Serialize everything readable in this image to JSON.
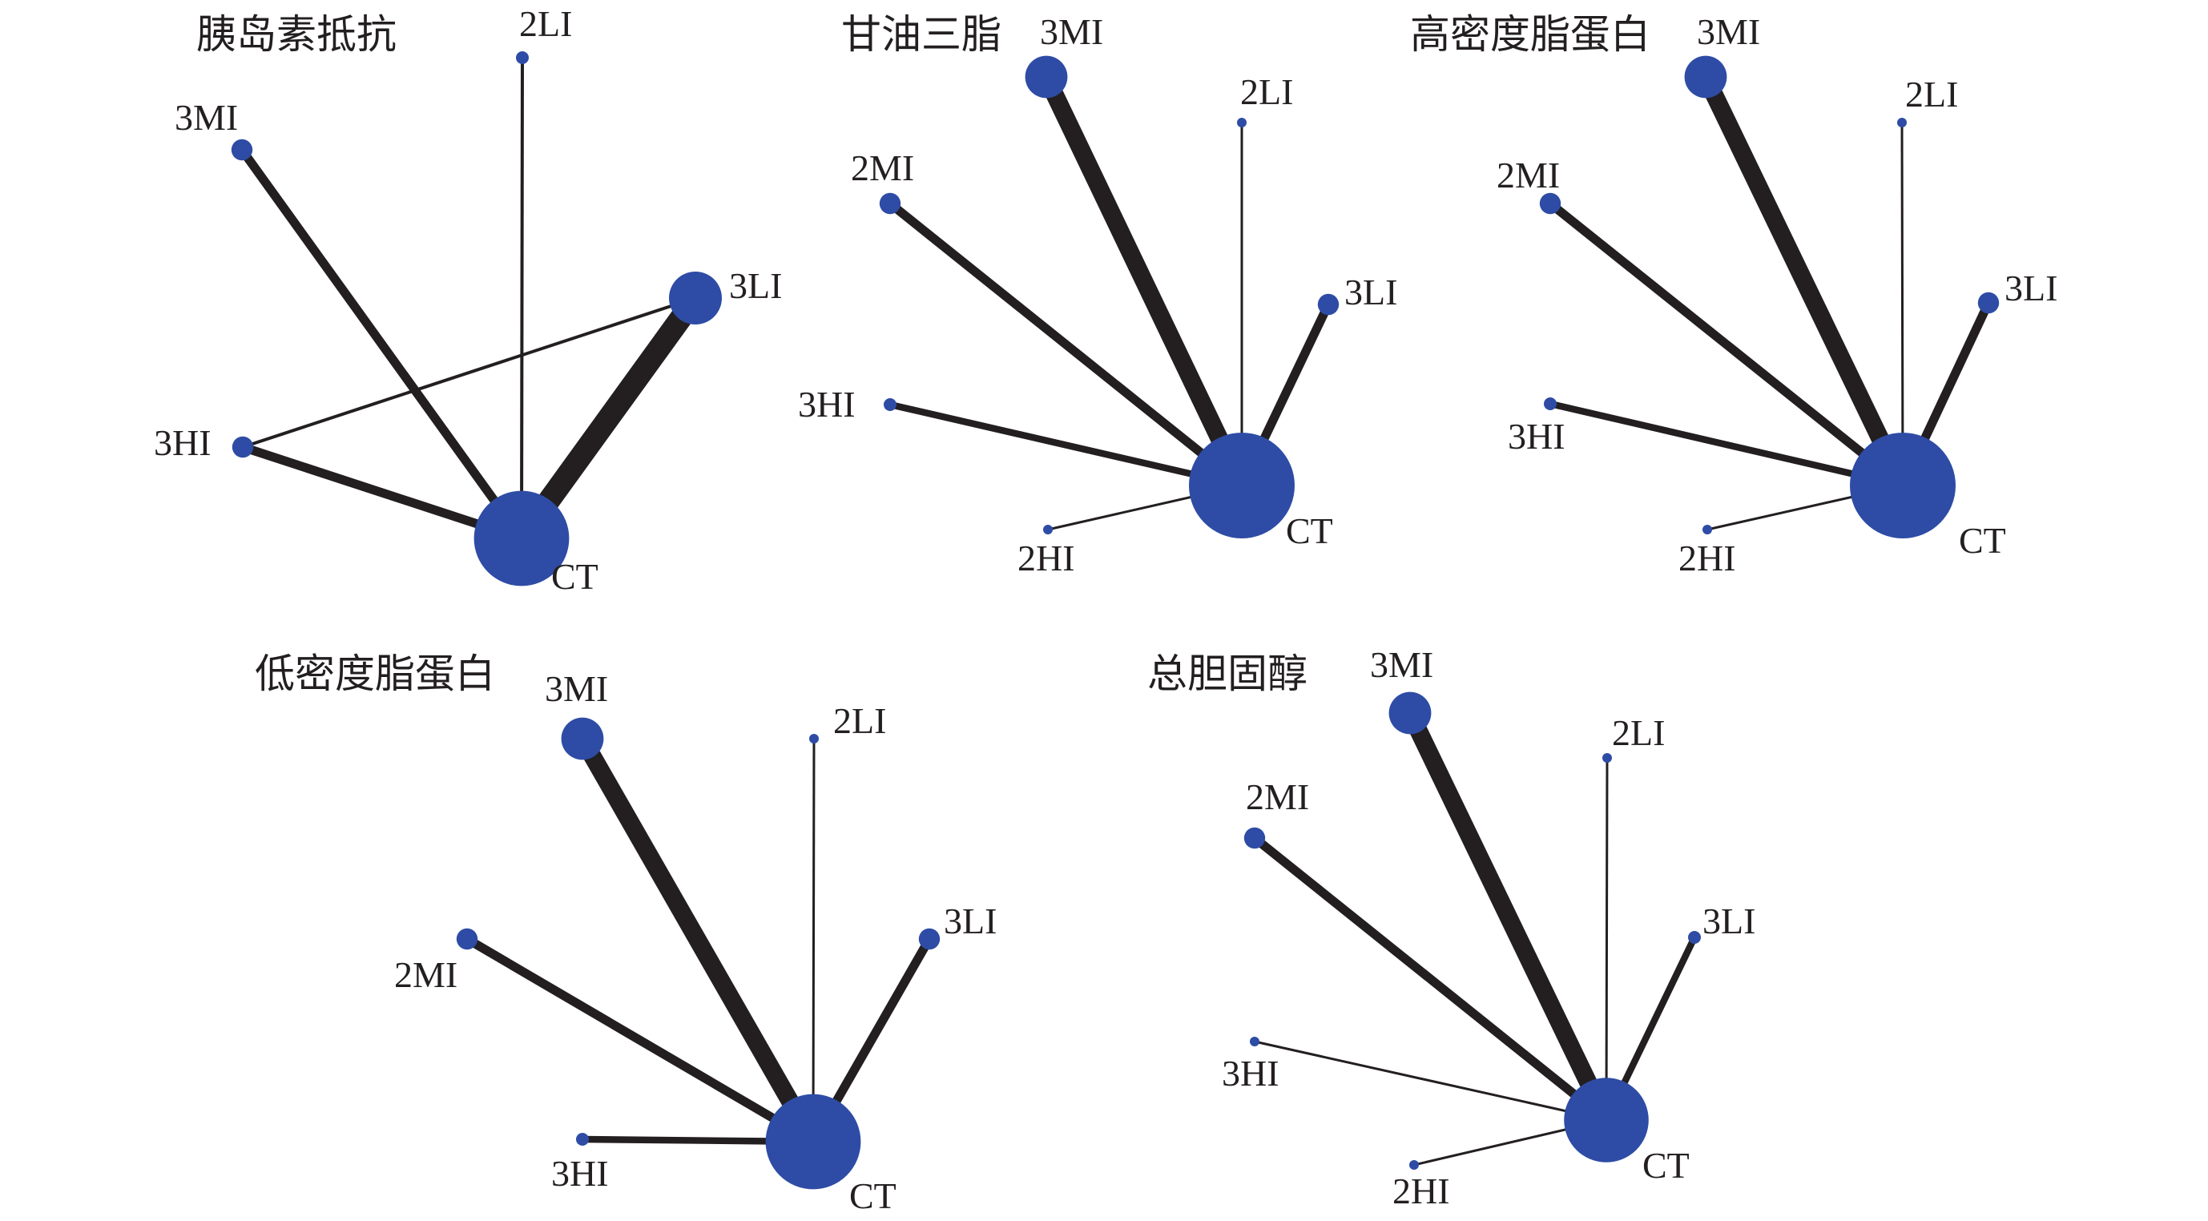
{
  "colors": {
    "edge": "#231f20",
    "node": "#2e4ca5",
    "text": "#231f20",
    "background": "#ffffff"
  },
  "panels": [
    {
      "id": "insulin-resistance",
      "title": "胰岛素抵抗",
      "nodes": [
        {
          "id": "CT",
          "label": "CT",
          "size": 9
        },
        {
          "id": "3LI",
          "label": "3LI",
          "size": 5
        },
        {
          "id": "3MI",
          "label": "3MI",
          "size": 2
        },
        {
          "id": "3HI",
          "label": "3HI",
          "size": 2
        },
        {
          "id": "2LI",
          "label": "2LI",
          "size": 1
        }
      ],
      "edges": [
        {
          "from": "CT",
          "to": "3LI",
          "weight": 5
        },
        {
          "from": "CT",
          "to": "3MI",
          "weight": 2
        },
        {
          "from": "CT",
          "to": "3HI",
          "weight": 2
        },
        {
          "from": "CT",
          "to": "2LI",
          "weight": 1
        },
        {
          "from": "3HI",
          "to": "3LI",
          "weight": 1
        }
      ]
    },
    {
      "id": "triglycerides",
      "title": "甘油三脂",
      "nodes": [
        {
          "id": "CT",
          "label": "CT",
          "size": 10
        },
        {
          "id": "3MI",
          "label": "3MI",
          "size": 4
        },
        {
          "id": "2MI",
          "label": "2MI",
          "size": 2
        },
        {
          "id": "3LI",
          "label": "3LI",
          "size": 2
        },
        {
          "id": "3HI",
          "label": "3HI",
          "size": 1
        },
        {
          "id": "2LI",
          "label": "2LI",
          "size": 0.5
        },
        {
          "id": "2HI",
          "label": "2HI",
          "size": 0.5
        }
      ],
      "edges": [
        {
          "from": "CT",
          "to": "3MI",
          "weight": 4
        },
        {
          "from": "CT",
          "to": "2MI",
          "weight": 2
        },
        {
          "from": "CT",
          "to": "3LI",
          "weight": 2
        },
        {
          "from": "CT",
          "to": "3HI",
          "weight": 1.5
        },
        {
          "from": "CT",
          "to": "2LI",
          "weight": 0.5
        },
        {
          "from": "CT",
          "to": "2HI",
          "weight": 0.5
        }
      ]
    },
    {
      "id": "hdl",
      "title": "高密度脂蛋白",
      "nodes": [
        {
          "id": "CT",
          "label": "CT",
          "size": 10
        },
        {
          "id": "3MI",
          "label": "3MI",
          "size": 4
        },
        {
          "id": "2MI",
          "label": "2MI",
          "size": 2
        },
        {
          "id": "3LI",
          "label": "3LI",
          "size": 2
        },
        {
          "id": "3HI",
          "label": "3HI",
          "size": 1
        },
        {
          "id": "2LI",
          "label": "2LI",
          "size": 0.5
        },
        {
          "id": "2HI",
          "label": "2HI",
          "size": 0.5
        }
      ],
      "edges": [
        {
          "from": "CT",
          "to": "3MI",
          "weight": 4
        },
        {
          "from": "CT",
          "to": "2MI",
          "weight": 2
        },
        {
          "from": "CT",
          "to": "3LI",
          "weight": 2
        },
        {
          "from": "CT",
          "to": "3HI",
          "weight": 1.5
        },
        {
          "from": "CT",
          "to": "2LI",
          "weight": 0.5
        },
        {
          "from": "CT",
          "to": "2HI",
          "weight": 0.5
        }
      ]
    },
    {
      "id": "ldl",
      "title": "低密度脂蛋白",
      "nodes": [
        {
          "id": "CT",
          "label": "CT",
          "size": 9
        },
        {
          "id": "3MI",
          "label": "3MI",
          "size": 4
        },
        {
          "id": "3LI",
          "label": "3LI",
          "size": 2
        },
        {
          "id": "2MI",
          "label": "2MI",
          "size": 2
        },
        {
          "id": "3HI",
          "label": "3HI",
          "size": 1
        },
        {
          "id": "2LI",
          "label": "2LI",
          "size": 0.5
        }
      ],
      "edges": [
        {
          "from": "CT",
          "to": "3MI",
          "weight": 4
        },
        {
          "from": "CT",
          "to": "3LI",
          "weight": 2
        },
        {
          "from": "CT",
          "to": "2MI",
          "weight": 2
        },
        {
          "from": "CT",
          "to": "3HI",
          "weight": 1.5
        },
        {
          "from": "CT",
          "to": "2LI",
          "weight": 0.5
        }
      ]
    },
    {
      "id": "total-cholesterol",
      "title": "总胆固醇",
      "nodes": [
        {
          "id": "CT",
          "label": "CT",
          "size": 8
        },
        {
          "id": "3MI",
          "label": "3MI",
          "size": 4
        },
        {
          "id": "2MI",
          "label": "2MI",
          "size": 2
        },
        {
          "id": "3LI",
          "label": "3LI",
          "size": 1
        },
        {
          "id": "3HI",
          "label": "3HI",
          "size": 0.5
        },
        {
          "id": "2LI",
          "label": "2LI",
          "size": 0.5
        },
        {
          "id": "2HI",
          "label": "2HI",
          "size": 0.5
        }
      ],
      "edges": [
        {
          "from": "CT",
          "to": "3MI",
          "weight": 4
        },
        {
          "from": "CT",
          "to": "2MI",
          "weight": 2
        },
        {
          "from": "CT",
          "to": "3LI",
          "weight": 1.5
        },
        {
          "from": "CT",
          "to": "3HI",
          "weight": 0.5
        },
        {
          "from": "CT",
          "to": "2LI",
          "weight": 0.5
        },
        {
          "from": "CT",
          "to": "2HI",
          "weight": 0.5
        }
      ]
    }
  ]
}
